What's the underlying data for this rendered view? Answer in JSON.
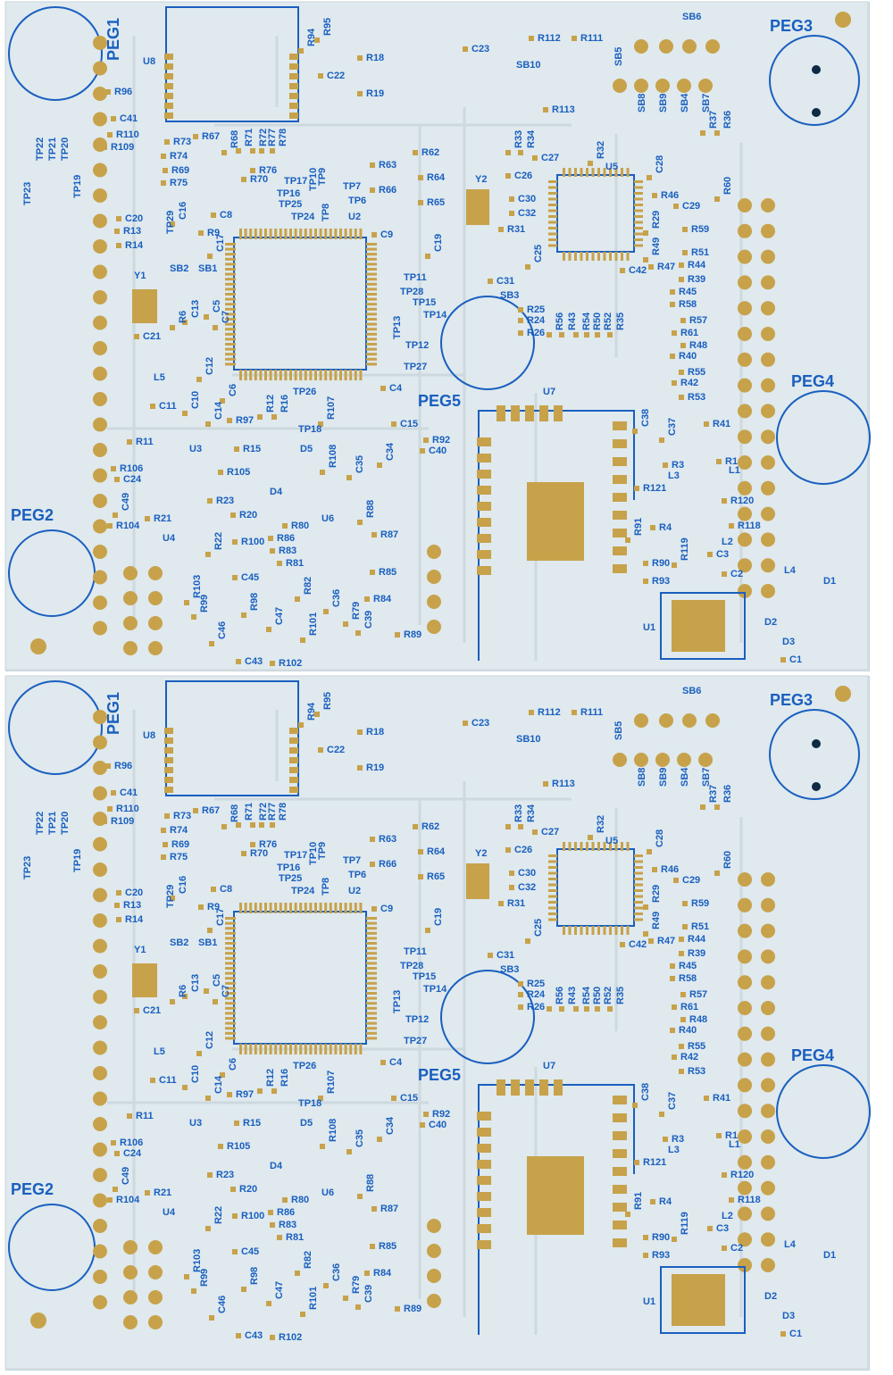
{
  "colors": {
    "solder_mask": "#dfe9ee",
    "silkscreen": "#1a5fbf",
    "copper_pad": "#c7a24a",
    "substrate_edge": "#c8d4da"
  },
  "panels": [
    {
      "peg_labels": [
        "PEG1",
        "PEG2",
        "PEG3",
        "PEG4",
        "PEG5"
      ],
      "ic_labels": [
        "U1",
        "U2",
        "U3",
        "U4",
        "U5",
        "U6",
        "U7",
        "U8"
      ],
      "crystal_labels": [
        "Y1",
        "Y2"
      ],
      "diode_labels": [
        "D1",
        "D2",
        "D3",
        "D4",
        "D5"
      ],
      "inductor_labels": [
        "L1",
        "L2",
        "L3",
        "L4",
        "L5"
      ],
      "solder_bridge_labels": [
        "SB1",
        "SB2",
        "SB3",
        "SB4",
        "SB5",
        "SB6",
        "SB7",
        "SB8",
        "SB9",
        "SB10"
      ],
      "test_points": [
        "TP19",
        "TP20",
        "TP21",
        "TP22",
        "TP23",
        "TP7",
        "TP6",
        "TP8",
        "TP9",
        "TP10",
        "TP11",
        "TP12",
        "TP13",
        "TP14",
        "TP15",
        "TP16",
        "TP17",
        "TP18",
        "TP24",
        "TP25",
        "TP26",
        "TP27",
        "TP28",
        "TP29"
      ],
      "resistor_labels": [
        "R94",
        "R95",
        "R18",
        "R19",
        "R96",
        "R110",
        "R109",
        "R73",
        "R67",
        "R68",
        "R71",
        "R72",
        "R77",
        "R78",
        "R74",
        "R69",
        "R76",
        "R75",
        "R70",
        "R13",
        "R14",
        "R9",
        "R6",
        "R97",
        "R12",
        "R16",
        "R15",
        "R105",
        "R107",
        "R108",
        "R11",
        "R106",
        "R23",
        "R21",
        "R104",
        "R22",
        "R20",
        "R80",
        "R86",
        "R83",
        "R81",
        "R88",
        "R87",
        "R85",
        "R84",
        "R82",
        "R79",
        "R100",
        "R98",
        "R99",
        "R103",
        "R101",
        "R89",
        "R102",
        "R112",
        "R111",
        "R113",
        "R33",
        "R34",
        "R32",
        "R62",
        "R63",
        "R64",
        "R66",
        "R65",
        "R31",
        "R25",
        "R24",
        "R26",
        "R56",
        "R43",
        "R54",
        "R50",
        "R52",
        "R35",
        "R46",
        "R29",
        "R49",
        "R47",
        "R37",
        "R36",
        "R60",
        "R59",
        "R51",
        "R44",
        "R39",
        "R45",
        "R58",
        "R57",
        "R61",
        "R48",
        "R40",
        "R55",
        "R42",
        "R53",
        "R41",
        "R92",
        "R3",
        "R1",
        "R121",
        "R120",
        "R4",
        "R118",
        "R119",
        "R91",
        "R90",
        "R93"
      ],
      "capacitor_labels": [
        "C22",
        "C23",
        "C41",
        "C20",
        "C16",
        "C8",
        "C17",
        "C21",
        "C13",
        "C5",
        "C7",
        "C10",
        "C11",
        "C12",
        "C14",
        "C6",
        "C9",
        "C19",
        "C4",
        "C15",
        "C34",
        "C35",
        "C24",
        "C49",
        "C45",
        "C46",
        "C47",
        "C36",
        "C39",
        "C43",
        "C27",
        "C26",
        "C30",
        "C32",
        "C25",
        "C31",
        "C28",
        "C42",
        "C29",
        "C38",
        "C37",
        "C40",
        "C3",
        "C2",
        "C1"
      ]
    },
    {
      "peg_labels": [
        "PEG1",
        "PEG2",
        "PEG3",
        "PEG4",
        "PEG5"
      ],
      "ic_labels": [
        "U1",
        "U2",
        "U3",
        "U4",
        "U5",
        "U6",
        "U7",
        "U8"
      ],
      "crystal_labels": [
        "Y1",
        "Y2"
      ],
      "diode_labels": [
        "D1",
        "D2",
        "D3",
        "D4",
        "D5"
      ],
      "inductor_labels": [
        "L1",
        "L2",
        "L3",
        "L4",
        "L5"
      ],
      "solder_bridge_labels": [
        "SB1",
        "SB2",
        "SB3",
        "SB4",
        "SB5",
        "SB6",
        "SB7",
        "SB8",
        "SB9",
        "SB10"
      ],
      "test_points": [
        "TP19",
        "TP20",
        "TP21",
        "TP22",
        "TP23",
        "TP7",
        "TP6",
        "TP8",
        "TP9",
        "TP10",
        "TP11",
        "TP12",
        "TP13",
        "TP14",
        "TP15",
        "TP16",
        "TP17",
        "TP18",
        "TP24",
        "TP25",
        "TP26",
        "TP27",
        "TP28",
        "TP29"
      ],
      "resistor_labels": [
        "R94",
        "R95",
        "R18",
        "R19",
        "R96",
        "R110",
        "R109",
        "R73",
        "R67",
        "R68",
        "R71",
        "R72",
        "R77",
        "R78",
        "R74",
        "R69",
        "R76",
        "R75",
        "R70",
        "R13",
        "R14",
        "R9",
        "R6",
        "R97",
        "R12",
        "R16",
        "R15",
        "R105",
        "R107",
        "R108",
        "R11",
        "R106",
        "R23",
        "R21",
        "R104",
        "R22",
        "R20",
        "R80",
        "R86",
        "R83",
        "R81",
        "R88",
        "R87",
        "R85",
        "R84",
        "R82",
        "R79",
        "R100",
        "R98",
        "R99",
        "R103",
        "R101",
        "R89",
        "R102",
        "R112",
        "R111",
        "R113",
        "R33",
        "R34",
        "R32",
        "R62",
        "R63",
        "R64",
        "R66",
        "R65",
        "R31",
        "R25",
        "R24",
        "R26",
        "R56",
        "R43",
        "R54",
        "R50",
        "R52",
        "R35",
        "R46",
        "R29",
        "R49",
        "R47",
        "R37",
        "R36",
        "R60",
        "R59",
        "R51",
        "R44",
        "R39",
        "R45",
        "R58",
        "R57",
        "R61",
        "R48",
        "R40",
        "R55",
        "R42",
        "R53",
        "R41",
        "R92",
        "R3",
        "R1",
        "R121",
        "R120",
        "R4",
        "R118",
        "R119",
        "R91",
        "R90",
        "R93"
      ],
      "capacitor_labels": [
        "C22",
        "C23",
        "C41",
        "C20",
        "C16",
        "C8",
        "C17",
        "C21",
        "C13",
        "C5",
        "C7",
        "C10",
        "C11",
        "C12",
        "C14",
        "C6",
        "C9",
        "C19",
        "C4",
        "C15",
        "C34",
        "C35",
        "C24",
        "C49",
        "C45",
        "C46",
        "C47",
        "C36",
        "C39",
        "C43",
        "C27",
        "C26",
        "C30",
        "C32",
        "C25",
        "C31",
        "C28",
        "C42",
        "C29",
        "C38",
        "C37",
        "C40",
        "C3",
        "C2",
        "C1"
      ]
    }
  ]
}
